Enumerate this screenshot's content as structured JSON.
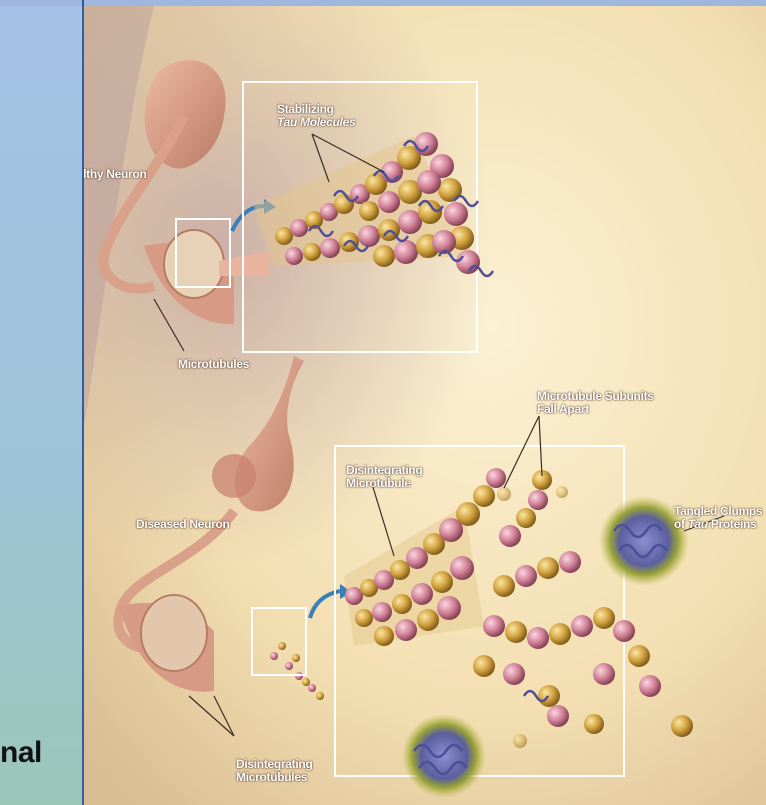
{
  "slide": {
    "cut_text": "nal"
  },
  "labels": {
    "healthy_neuron": "Healthy Neuron",
    "stabilizing_line1": "Stabilizing",
    "stabilizing_line2": "Tau Molecules",
    "microtubules": "Microtubules",
    "diseased_neuron": "Diseased Neuron",
    "subunits_line1": "Microtubule Subunits",
    "subunits_line2": "Fall Apart",
    "disintegrating_line1": "Disintegrating",
    "disintegrating_line2": "Microtubule",
    "tangled_line1": "Tangled Clumps",
    "tangled_line2_prefix": "of",
    "tangled_line2_italic": "Tau",
    "tangled_line2_suffix": "Proteins",
    "disintegrating_mts_line1": "Disintegrating",
    "disintegrating_mts_line2": "Microtubules"
  },
  "colors": {
    "background": "#f6e7bf",
    "tubulin_gold": "#c49a3a",
    "tubulin_pink": "#d58aa0",
    "tau": "#5b5fa6",
    "neuron": "#d79a84"
  }
}
